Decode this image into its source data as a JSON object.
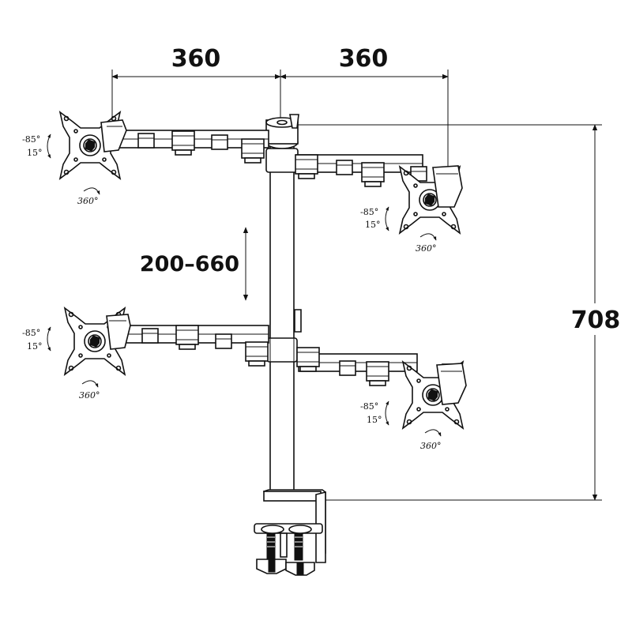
{
  "dimensions": {
    "left_span": "360",
    "right_span": "360",
    "height_adjust": "200–660",
    "total_height": "708"
  },
  "angles": {
    "tilt_down": "-85°",
    "tilt_up": "15°",
    "rotation": "360°"
  },
  "mounts": [
    {
      "id": "upper-left"
    },
    {
      "id": "upper-right"
    },
    {
      "id": "lower-left"
    },
    {
      "id": "lower-right"
    }
  ],
  "colors": {
    "line": "#111111",
    "background": "#ffffff"
  }
}
